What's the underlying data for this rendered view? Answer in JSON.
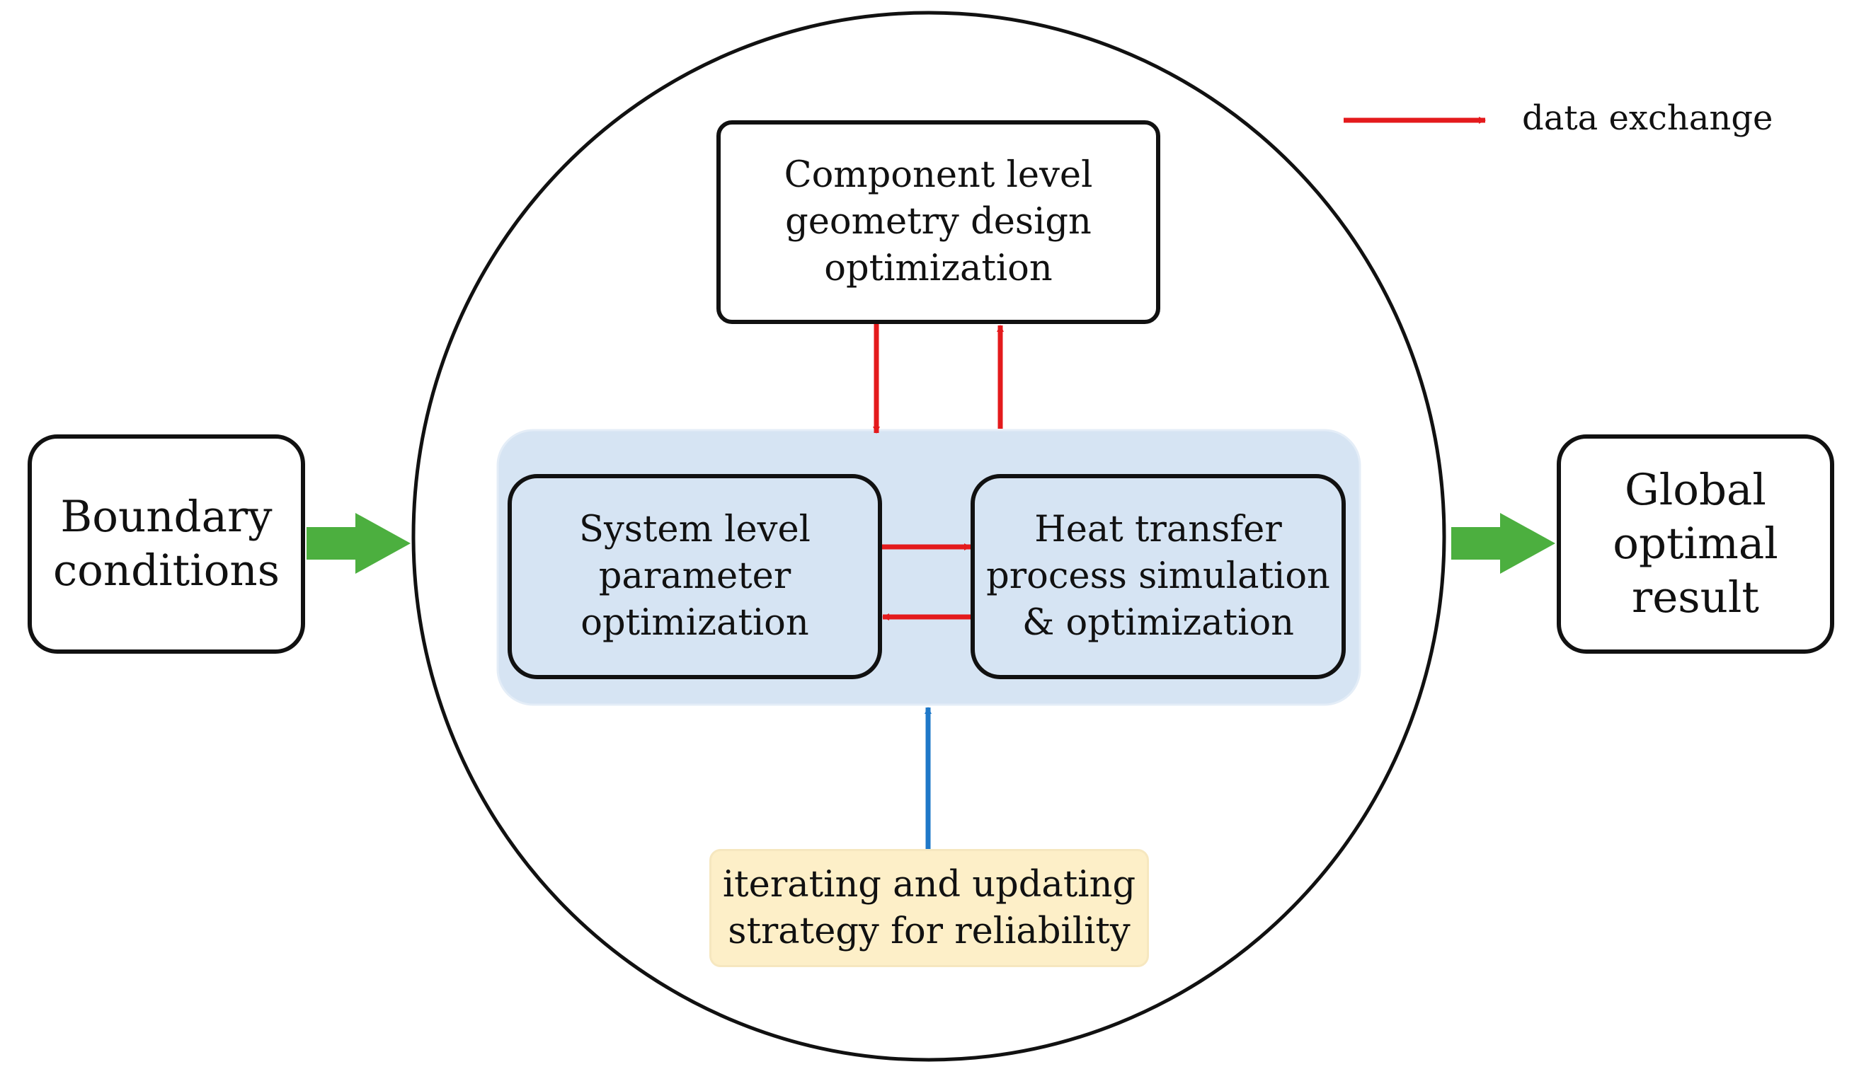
{
  "nodes": {
    "boundary": {
      "text": "Boundary\nconditions"
    },
    "global": {
      "text": "Global\noptimal\nresult"
    },
    "component": {
      "text": "Component level\ngeometry design\noptimization"
    },
    "system": {
      "text": "System level\nparameter\noptimization"
    },
    "heat": {
      "text": "Heat transfer\nprocess simulation\n&  optimization"
    },
    "iterating": {
      "text": "iterating and updating\nstrategy for reliability"
    }
  },
  "legend": {
    "label": "data exchange"
  },
  "colors": {
    "data_exchange_arrow": "#e41a1c",
    "flow_arrow": "#4caf3f",
    "strategy_arrow": "#1f78c8",
    "inner_panel_fill": "#d6e4f3",
    "strategy_fill": "#fdefc8",
    "stroke": "#111111"
  }
}
